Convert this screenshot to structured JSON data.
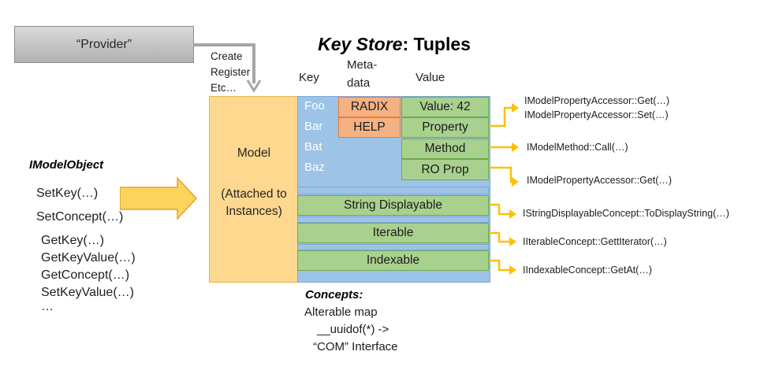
{
  "provider": {
    "label": "“Provider”"
  },
  "create_note": {
    "line1": "Create",
    "line2": "Register",
    "line3": "Etc…"
  },
  "title": {
    "italic": "Key Store",
    "rest": ": Tuples"
  },
  "headers": {
    "key": "Key",
    "meta_line1": "Meta-",
    "meta_line2": "data",
    "value": "Value"
  },
  "model_box": {
    "label": "Model",
    "sub_line1": "(Attached to",
    "sub_line2": "Instances)"
  },
  "keys": [
    "Foo",
    "Bar",
    "Bat",
    "Baz"
  ],
  "metadata_cells": {
    "radix": "RADIX",
    "help": "HELP"
  },
  "value_cells": {
    "value42": "Value: 42",
    "property": "Property",
    "method": "Method",
    "roprop": "RO Prop"
  },
  "concept_rows": {
    "string_displayable": "String Displayable",
    "iterable": "Iterable",
    "indexable": "Indexable"
  },
  "api_labels": {
    "property_get": "IModelPropertyAccessor::Get(…)",
    "property_set": "IModelPropertyAccessor::Set(…)",
    "method_call": "IModelMethod::Call(…)",
    "roprop_get": "IModelPropertyAccessor::Get(…)",
    "string_displayable": "IStringDisplayableConcept::ToDisplayString(…)",
    "iterable": "IIterableConcept::GettIterator(…)",
    "indexable": "IIndexableConcept::GetAt(…)"
  },
  "imodelobject": {
    "title": "IModelObject",
    "methods": [
      "SetKey(…)",
      "SetConcept(…)",
      "GetKey(…)",
      "GetKeyValue(…)",
      "GetConcept(…)",
      "SetKeyValue(…)",
      "…"
    ]
  },
  "concepts_note": {
    "title": "Concepts:",
    "line1": "Alterable map",
    "line2": "__uuidof(*) ->",
    "line3": "“COM” Interface"
  },
  "colors": {
    "model_fill": "#FED88E",
    "model_border": "#E8B54E",
    "keystore_fill": "#9DC3E6",
    "keystore_border": "#7FA8D8",
    "metadata_fill": "#F4B183",
    "metadata_border": "#ED7D31",
    "value_fill": "#A9D18E",
    "value_border": "#6FA84F",
    "callout_arrow": "#FFC000",
    "provider_fill": "#C7C7C7",
    "gray_arrow": "#A6A6A6",
    "flow_arrow_fill": "#FBD35D",
    "flow_arrow_border": "#DFA32F"
  }
}
